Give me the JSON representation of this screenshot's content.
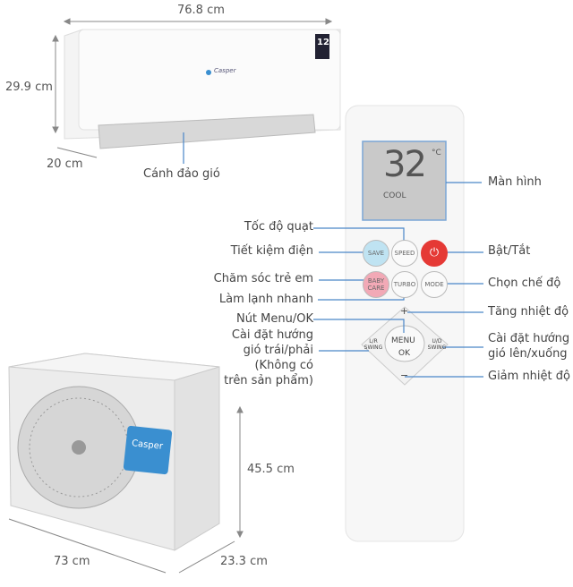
{
  "indoor": {
    "width": "76.8 cm",
    "height": "29.9 cm",
    "depth": "20 cm",
    "flap_label": "Cánh đảo gió",
    "brand": "Casper",
    "energy_badge": "12"
  },
  "outdoor": {
    "width": "73 cm",
    "height": "45.5 cm",
    "depth": "23.3 cm",
    "brand": "Casper"
  },
  "remote": {
    "display": {
      "temp": "32",
      "unit": "°C",
      "mode": "COOL"
    },
    "buttons": {
      "save": "SAVE",
      "speed": "SPEED",
      "baby_care": "BABY CARE",
      "turbo": "TURBO",
      "mode": "MODE",
      "menu": "MENU",
      "ok": "OK",
      "lr_swing": "L/R SWING",
      "ud_swing": "U/D SWING",
      "plus": "+",
      "minus": "−"
    }
  },
  "labels": {
    "screen": "Màn hình",
    "fan_speed": "Tốc độ quạt",
    "power_saving": "Tiết kiệm điện",
    "power": "Bật/Tắt",
    "baby_care": "Chăm sóc trẻ em",
    "mode": "Chọn chế độ",
    "turbo": "Làm lạnh nhanh",
    "temp_up": "Tăng nhiệt độ",
    "menu_ok": "Nút Menu/OK",
    "lr_swing": [
      "Cài đặt hướng",
      "gió trái/phải",
      "(Không có",
      "trên sản phẩm)"
    ],
    "ud_swing": [
      "Cài đặt hướng",
      "gió lên/xuống"
    ],
    "temp_down": "Giảm nhiệt độ"
  },
  "colors": {
    "line": "#4a86c8",
    "power": "#e53935",
    "save": "#bfe3f2",
    "baby": "#f2a9b6"
  }
}
